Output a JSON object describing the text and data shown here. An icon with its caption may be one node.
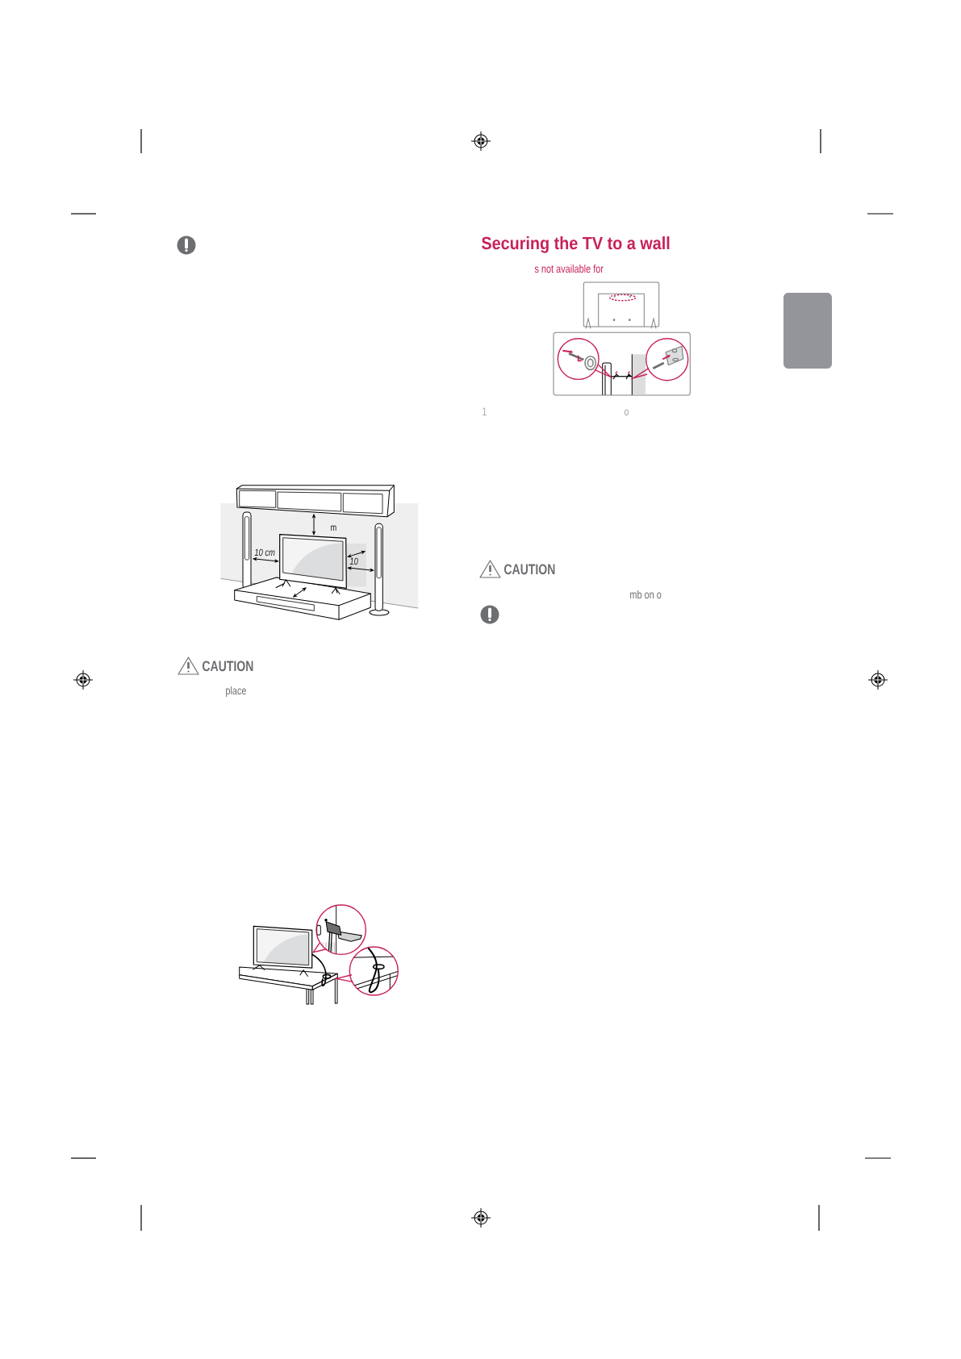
{
  "diagram": {
    "title": "Securing the TV to a wall",
    "nodes": [
      {
        "text": [],
        "shape": "box"
      }
    ],
    "labels": [
      "m",
      "10 cm",
      "10",
      "CAUTION",
      "place",
      "s not available for",
      "1",
      "o",
      "CAUTION",
      "mb on o"
    ]
  }
}
